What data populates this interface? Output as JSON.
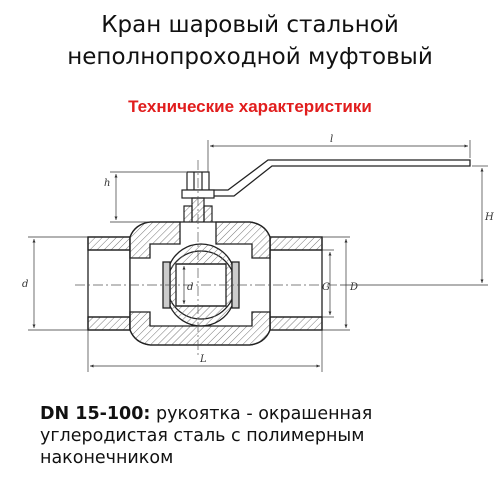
{
  "title": {
    "line1": "Кран шаровый стальной",
    "line2": "неполнопроходной муфтовый"
  },
  "subtitle": "Технические характеристики",
  "drawing": {
    "line_color": "#222222",
    "dimension_color": "#333333",
    "hatch_color": "#666666",
    "labels": {
      "handle_length": "l",
      "stem_height": "h",
      "total_height": "H",
      "body_length": "L",
      "port_d": "d",
      "ball_d": "d",
      "G": "G",
      "D": "D"
    }
  },
  "description": {
    "dn_label": "DN 15-100:",
    "text": "рукоятка - окрашенная углеродистая сталь с полимерным наконечником"
  }
}
